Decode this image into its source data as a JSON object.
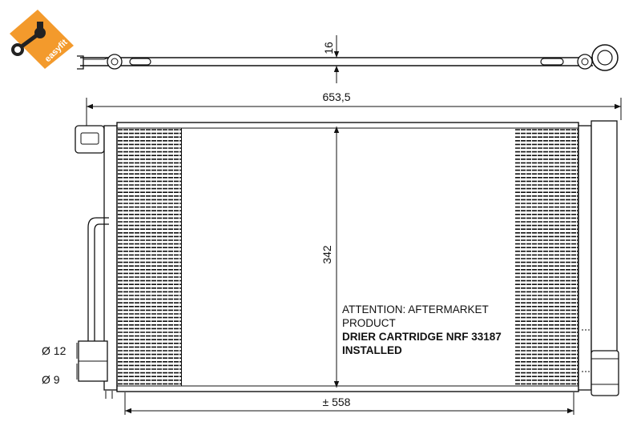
{
  "logo": {
    "text": "easyfit",
    "color": "#f39a2c"
  },
  "dimensions": {
    "thickness": "16",
    "overall_width": "653,5",
    "height": "342",
    "core_width": "± 558",
    "port_top": "Ø 12",
    "port_bottom": "Ø 9"
  },
  "notes": {
    "line1": "ATTENTION: AFTERMARKET",
    "line2": "PRODUCT",
    "line3": "DRIER CARTRIDGE NRF 33187",
    "line4": "INSTALLED"
  }
}
